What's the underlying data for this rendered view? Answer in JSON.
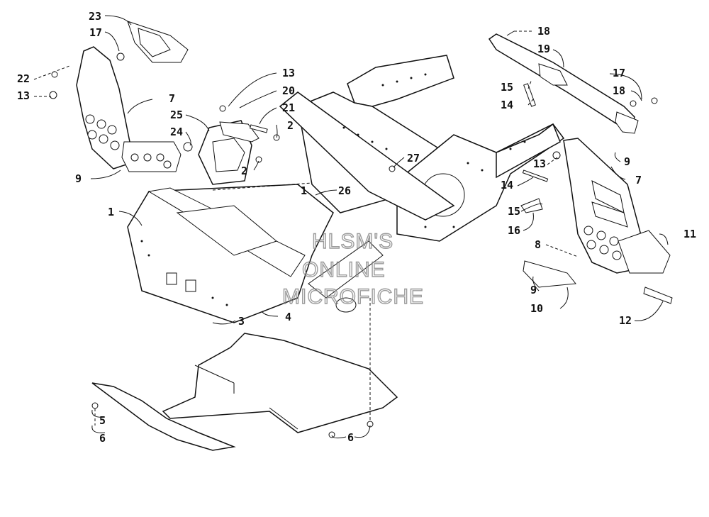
{
  "diagram": {
    "callouts": [
      "1",
      "2",
      "3",
      "4",
      "5",
      "6",
      "7",
      "8",
      "9",
      "10",
      "11",
      "12",
      "13",
      "14",
      "15",
      "16",
      "17",
      "18",
      "19",
      "20",
      "21",
      "22",
      "23",
      "24",
      "25",
      "26",
      "27"
    ],
    "watermark": [
      "HLSM'S",
      "ONLINE",
      "MICROFICHE"
    ]
  },
  "labels": {
    "l23": "23",
    "l17a": "17",
    "l22": "22",
    "l13a": "13",
    "l7a": "7",
    "l9a": "9",
    "l25": "25",
    "l24": "24",
    "l13b": "13",
    "l20": "20",
    "l21": "21",
    "l2a": "2",
    "l2b": "2",
    "l27": "27",
    "l1a": "1",
    "l26": "26",
    "l1b": "1",
    "l3": "3",
    "l4": "4",
    "l5": "5",
    "l6a": "6",
    "l6b": "6",
    "l18a": "18",
    "l19": "19",
    "l17b": "17",
    "l18b": "18",
    "l15a": "15",
    "l14a": "14",
    "l13c": "13",
    "l9b": "9",
    "l7b": "7",
    "l14b": "14",
    "l15b": "15",
    "l16": "16",
    "l8": "8",
    "l11": "11",
    "l9c": "9",
    "l10": "10",
    "l12": "12"
  }
}
